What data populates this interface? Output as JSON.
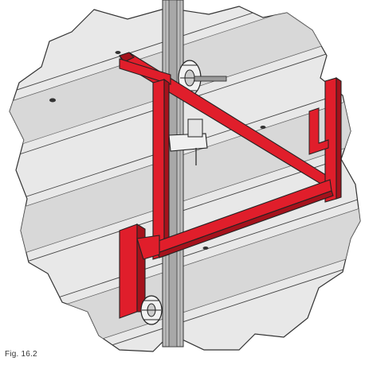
{
  "figure": {
    "caption": "Fig. 16.2",
    "colors": {
      "frame_red": "#e01e2b",
      "frame_red_dark": "#a5121c",
      "panel_light": "#e8e8e8",
      "panel_mid": "#cfcfcf",
      "outline": "#333333",
      "rail": "#bdbdbd"
    },
    "parts": [
      {
        "name": "red-triangular-frame"
      },
      {
        "name": "vertical-aluminium-rail"
      },
      {
        "name": "corrugated-panel-background"
      },
      {
        "name": "handwheel-upper"
      },
      {
        "name": "handwheel-lower"
      },
      {
        "name": "rail-clamp"
      },
      {
        "name": "bottom-bracket-plate"
      },
      {
        "name": "right-hook-bracket"
      }
    ]
  }
}
